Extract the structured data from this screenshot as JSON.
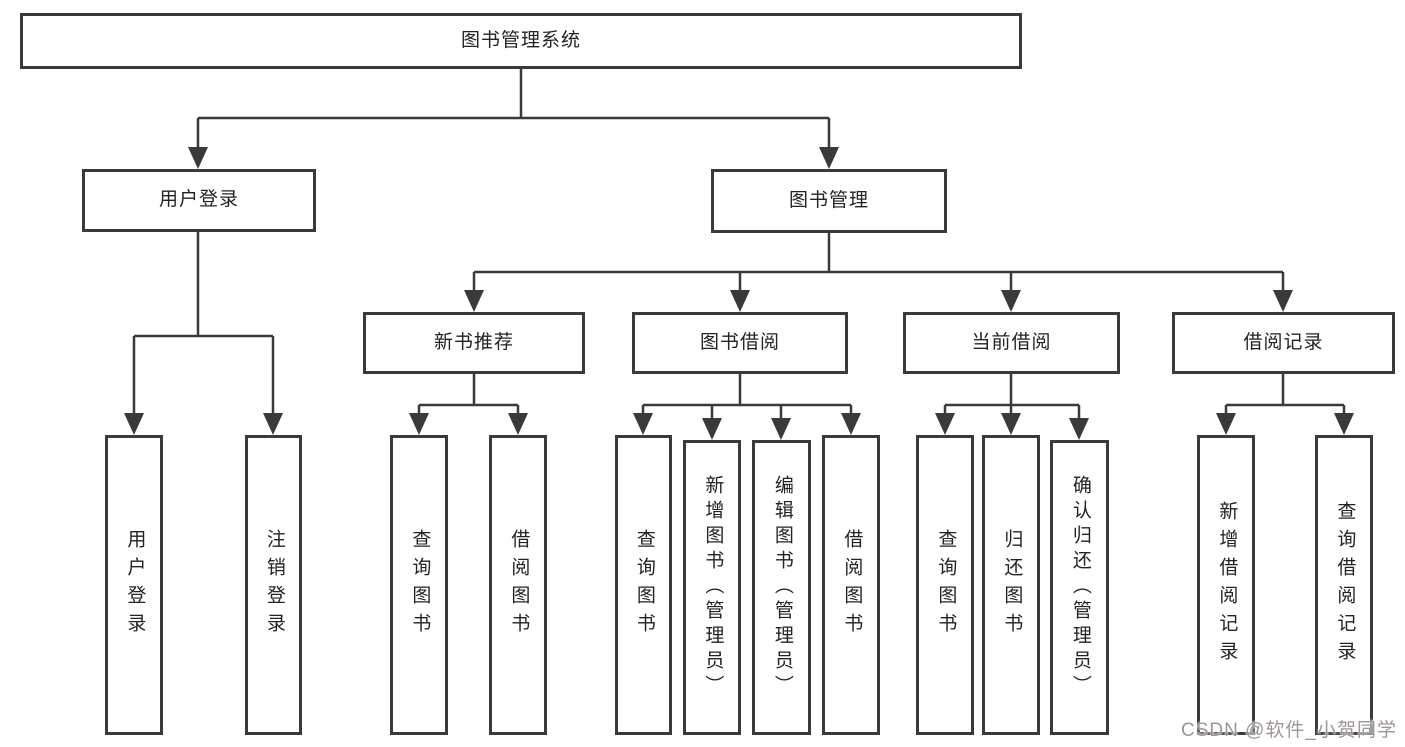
{
  "colors": {
    "line": "#3a3a3a",
    "box_border": "#3a3a3a",
    "box_fill": "#ffffff",
    "text": "#232323",
    "background": "#ffffff",
    "watermark_text": "#9d9698"
  },
  "tree": {
    "root": {
      "label": "图书管理系统"
    },
    "user_login": {
      "label": "用户登录",
      "children": [
        {
          "label": "用户登录"
        },
        {
          "label": "注销登录"
        }
      ]
    },
    "book_management": {
      "label": "图书管理",
      "sections": [
        {
          "label": "新书推荐",
          "children": [
            {
              "label": "查询图书"
            },
            {
              "label": "借阅图书"
            }
          ]
        },
        {
          "label": "图书借阅",
          "children": [
            {
              "label": "查询图书"
            },
            {
              "label": "新增图书（管理员）"
            },
            {
              "label": "编辑图书（管理员）"
            },
            {
              "label": "借阅图书"
            }
          ]
        },
        {
          "label": "当前借阅",
          "children": [
            {
              "label": "查询图书"
            },
            {
              "label": "归还图书"
            },
            {
              "label": "确认归还（管理员）"
            }
          ]
        },
        {
          "label": "借阅记录",
          "children": [
            {
              "label": "新增借阅记录"
            },
            {
              "label": "查询借阅记录"
            }
          ]
        }
      ]
    }
  },
  "watermark": {
    "text": "CSDN @软件_小贺同学"
  }
}
